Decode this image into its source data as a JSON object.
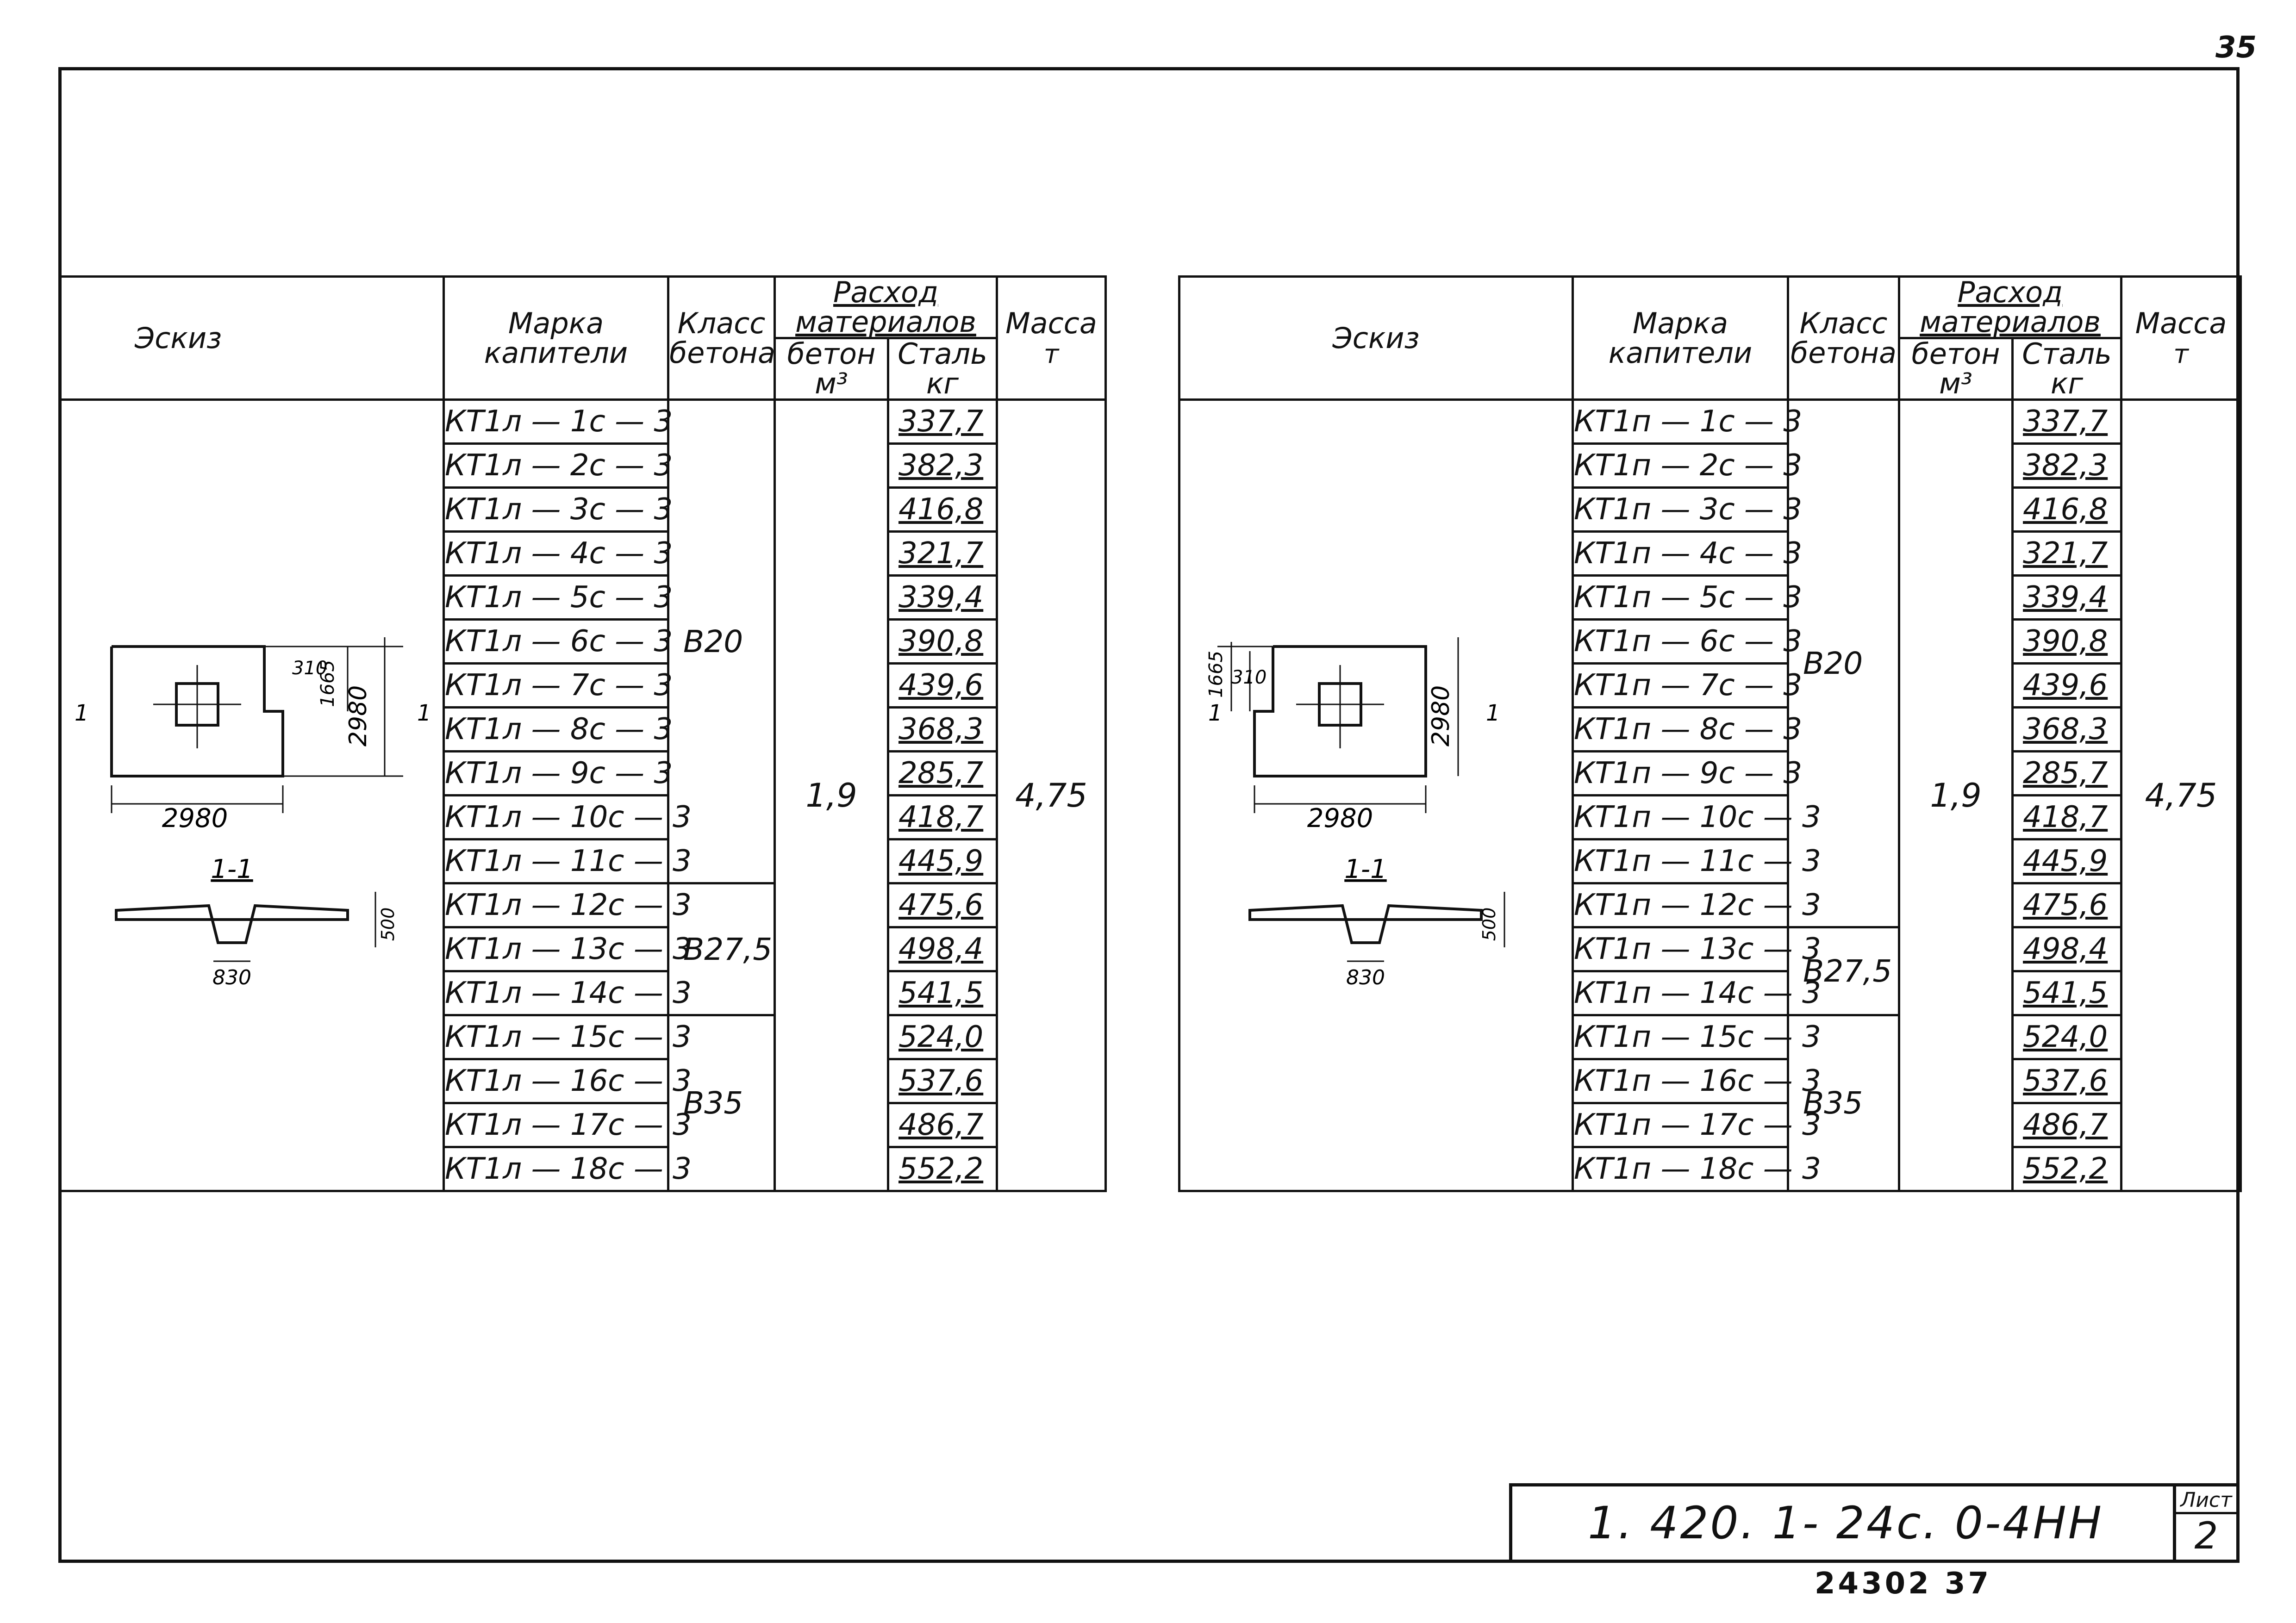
{
  "page_number": "35",
  "headers": {
    "sketch": "Эскиз",
    "mark": "Марка капители",
    "concrete_class": "Класс бетона",
    "materials": "Расход материалов",
    "concrete": "бетон",
    "concrete_unit": "м³",
    "steel": "Сталь",
    "steel_unit": "кг",
    "mass": "Масса",
    "mass_unit": "т"
  },
  "left_table": {
    "rows": [
      {
        "mark": "КТ1л — 1с — 3",
        "steel": "337,7"
      },
      {
        "mark": "КТ1л — 2с — 3",
        "steel": "382,3"
      },
      {
        "mark": "КТ1л — 3с — 3",
        "steel": "416,8"
      },
      {
        "mark": "КТ1л — 4с — 3",
        "steel": "321,7"
      },
      {
        "mark": "КТ1л — 5с — 3",
        "steel": "339,4"
      },
      {
        "mark": "КТ1л — 6с — 3",
        "steel": "390,8"
      },
      {
        "mark": "КТ1л — 7с — 3",
        "steel": "439,6"
      },
      {
        "mark": "КТ1л — 8с — 3",
        "steel": "368,3"
      },
      {
        "mark": "КТ1л — 9с — 3",
        "steel": "285,7"
      },
      {
        "mark": "КТ1л — 10с — 3",
        "steel": "418,7"
      },
      {
        "mark": "КТ1л — 11с — 3",
        "steel": "445,9"
      },
      {
        "mark": "КТ1л — 12с — 3",
        "steel": "475,6"
      },
      {
        "mark": "КТ1л — 13с — 3",
        "steel": "498,4"
      },
      {
        "mark": "КТ1л — 14с — 3",
        "steel": "541,5"
      },
      {
        "mark": "КТ1л — 15с — 3",
        "steel": "524,0"
      },
      {
        "mark": "КТ1л — 16с — 3",
        "steel": "537,6"
      },
      {
        "mark": "КТ1л — 17с — 3",
        "steel": "486,7"
      },
      {
        "mark": "КТ1л — 18с — 3",
        "steel": "552,2"
      }
    ],
    "classes": [
      "В20",
      "В27,5",
      "В35"
    ],
    "concrete_volume": "1,9",
    "mass": "4,75"
  },
  "right_table": {
    "rows": [
      {
        "mark": "КТ1п — 1с — 3",
        "steel": "337,7"
      },
      {
        "mark": "КТ1п — 2с — 3",
        "steel": "382,3"
      },
      {
        "mark": "КТ1п — 3с — 3",
        "steel": "416,8"
      },
      {
        "mark": "КТ1п — 4с — 3",
        "steel": "321,7"
      },
      {
        "mark": "КТ1п — 5с — 3",
        "steel": "339,4"
      },
      {
        "mark": "КТ1п — 6с — 3",
        "steel": "390,8"
      },
      {
        "mark": "КТ1п — 7с — 3",
        "steel": "439,6"
      },
      {
        "mark": "КТ1п — 8с — 3",
        "steel": "368,3"
      },
      {
        "mark": "КТ1п — 9с — 3",
        "steel": "285,7"
      },
      {
        "mark": "КТ1п — 10с — 3",
        "steel": "418,7"
      },
      {
        "mark": "КТ1п — 11с — 3",
        "steel": "445,9"
      },
      {
        "mark": "КТ1п — 12с — 3",
        "steel": "475,6"
      },
      {
        "mark": "КТ1п — 13с — 3",
        "steel": "498,4"
      },
      {
        "mark": "КТ1п — 14с — 3",
        "steel": "541,5"
      },
      {
        "mark": "КТ1п — 15с — 3",
        "steel": "524,0"
      },
      {
        "mark": "КТ1п — 16с — 3",
        "steel": "537,6"
      },
      {
        "mark": "КТ1п — 17с — 3",
        "steel": "486,7"
      },
      {
        "mark": "КТ1п — 18с — 3",
        "steel": "552,2"
      }
    ],
    "classes": [
      "В20",
      "В27,5",
      "В35"
    ],
    "concrete_volume": "1,9",
    "mass": "4,75"
  },
  "sketch_labels": {
    "width": "2980",
    "height": "2980",
    "cut_depth": "310",
    "cut_height": "1665",
    "section_name": "1-1",
    "section_mark": "1",
    "section_height": "500",
    "section_base": "830"
  },
  "stamp": {
    "code": "1. 420. 1- 24с. 0-4НН",
    "sheet_label": "Лист",
    "sheet_number": "2"
  },
  "archive": "24302   37"
}
